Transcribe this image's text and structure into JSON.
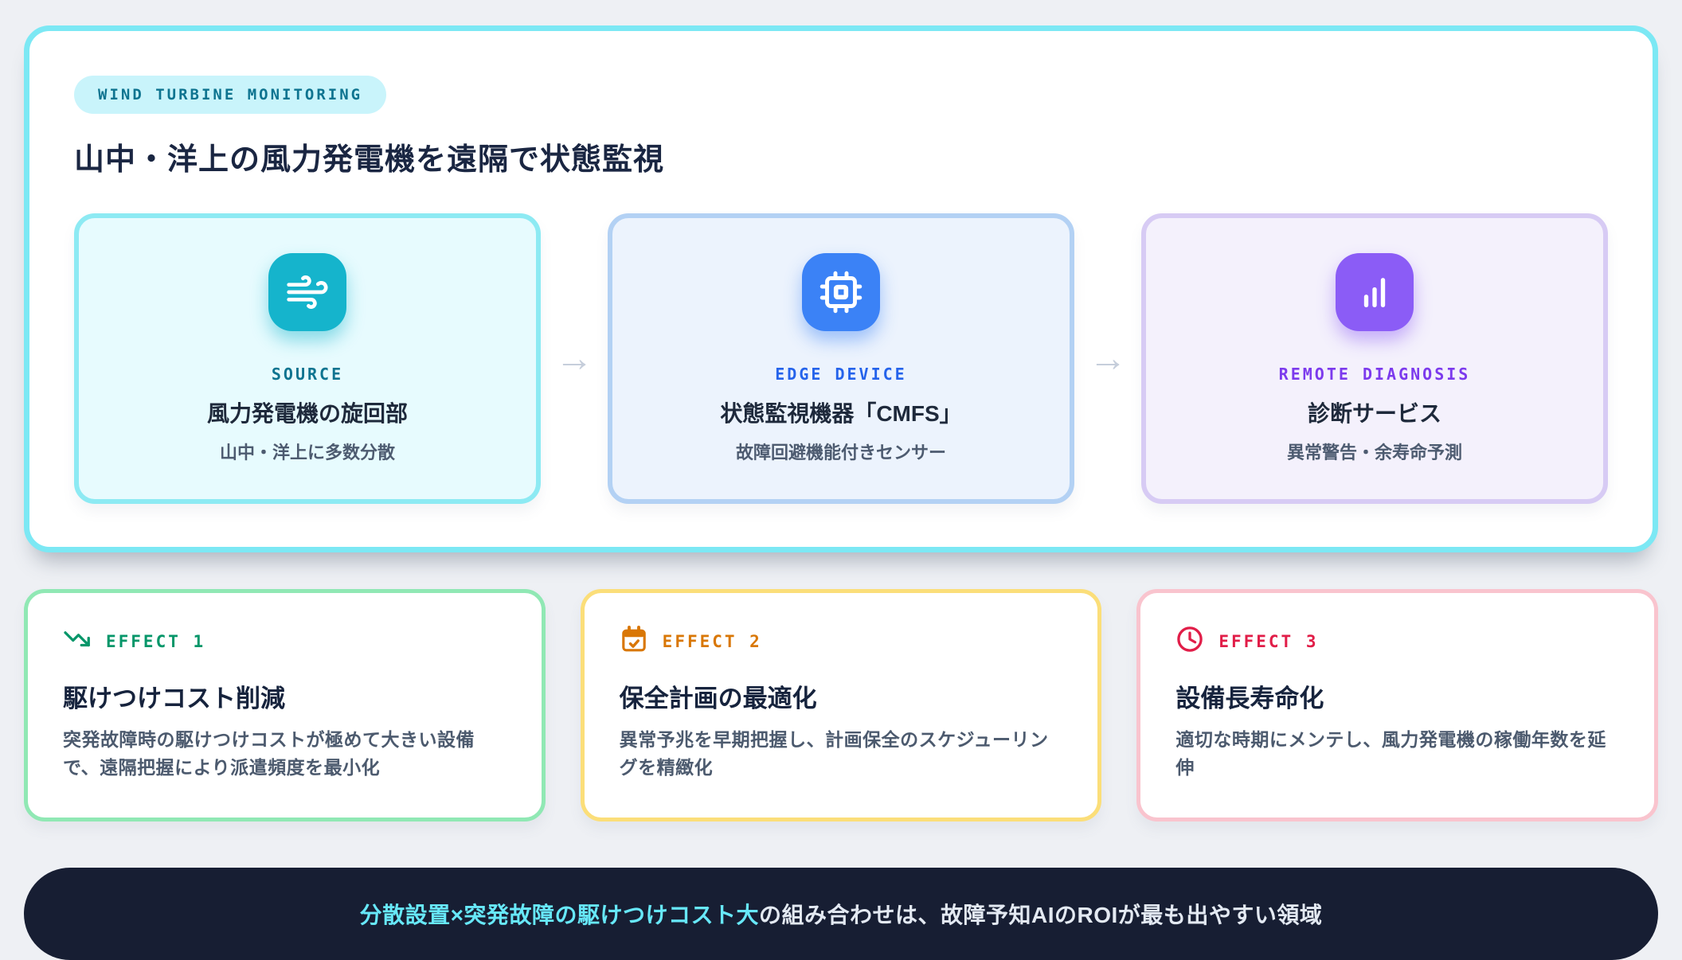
{
  "hero": {
    "badge": "WIND TURBINE MONITORING",
    "title": "山中・洋上の風力発電機を遠隔で状態監視",
    "arrow": "→",
    "steps": [
      {
        "label": "SOURCE",
        "title": "風力発電機の旋回部",
        "subtitle": "山中・洋上に多数分散",
        "icon": "wind-icon",
        "accent": "#0e7490",
        "icon_bg": "#15b4cc",
        "card_bg": "#e7fbfe",
        "card_border": "#8deaf3"
      },
      {
        "label": "EDGE DEVICE",
        "title": "状態監視機器「CMFS」",
        "subtitle": "故障回避機能付きセンサー",
        "icon": "cpu-icon",
        "accent": "#2563eb",
        "icon_bg": "#3b82f6",
        "card_bg": "#ecf3fd",
        "card_border": "#b3d1f4"
      },
      {
        "label": "REMOTE DIAGNOSIS",
        "title": "診断サービス",
        "subtitle": "異常警告・余寿命予測",
        "icon": "bar-chart-icon",
        "accent": "#7c3aed",
        "icon_bg": "#8b5cf6",
        "card_bg": "#f4f1fc",
        "card_border": "#d7cbf4"
      }
    ]
  },
  "effects": [
    {
      "label": "EFFECT 1",
      "title": "駆けつけコスト削減",
      "body": "突発故障時の駆けつけコストが極めて大きい設備で、遠隔把握により派遣頻度を最小化",
      "icon": "trending-down-icon",
      "accent": "#059669",
      "border": "#90e8b4"
    },
    {
      "label": "EFFECT 2",
      "title": "保全計画の最適化",
      "body": "異常予兆を早期把握し、計画保全のスケジューリングを精緻化",
      "icon": "calendar-check-icon",
      "accent": "#d97706",
      "border": "#fbde79"
    },
    {
      "label": "EFFECT 3",
      "title": "設備長寿命化",
      "body": "適切な時期にメンテし、風力発電機の稼働年数を延伸",
      "icon": "clock-icon",
      "accent": "#e11d48",
      "border": "#f9c4ce"
    }
  ],
  "footer": {
    "highlight": "分散設置×突発故障の駆けつけコスト大",
    "rest": "の組み合わせは、故障予知AIのROIが最も出やすい領域",
    "bg": "#171e33",
    "highlight_color": "#67e8f9"
  }
}
